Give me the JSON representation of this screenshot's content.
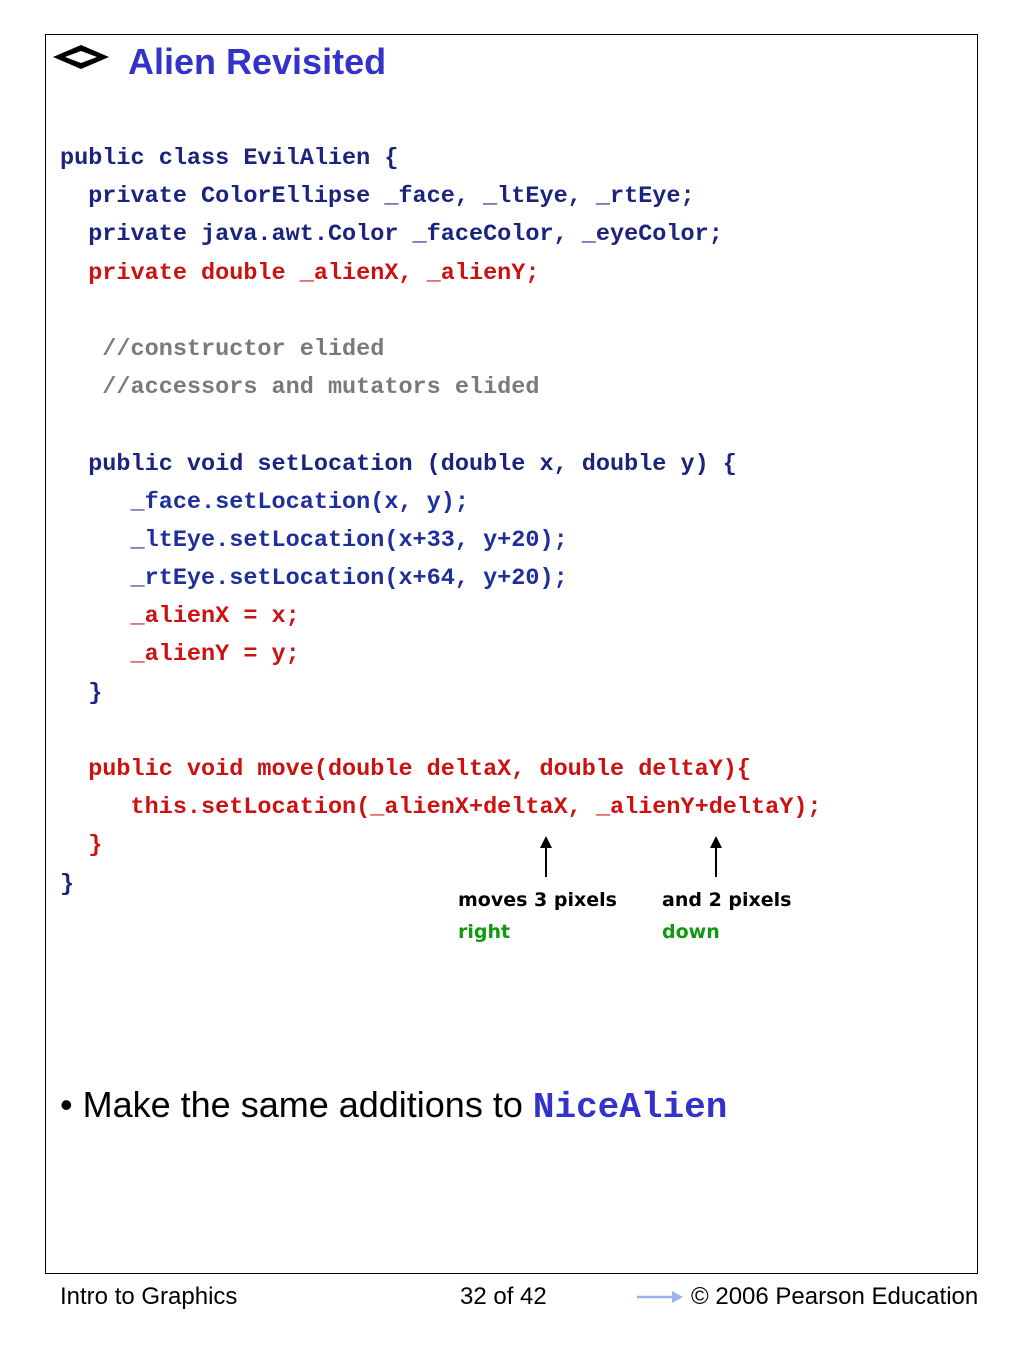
{
  "slide": {
    "title": "Alien Revisited",
    "code_lines": [
      {
        "text": "public class EvilAlien {",
        "color": "blue"
      },
      {
        "text": "  private ColorEllipse _face, _ltEye, _rtEye;",
        "color": "blue"
      },
      {
        "text": "  private java.awt.Color _faceColor, _eyeColor;",
        "color": "blue"
      },
      {
        "text": "  private double _alienX, _alienY;",
        "color": "red"
      },
      {
        "text": "",
        "color": "blue"
      },
      {
        "text": "   //constructor elided",
        "color": "gray"
      },
      {
        "text": "   //accessors and mutators elided",
        "color": "gray"
      },
      {
        "text": "",
        "color": "blue"
      },
      {
        "text": "  public void setLocation (double x, double y) {",
        "color": "blue"
      },
      {
        "text": "     _face.setLocation(x, y);",
        "color": "blue2"
      },
      {
        "text": "     _ltEye.setLocation(x+33, y+20);",
        "color": "blue2"
      },
      {
        "text": "     _rtEye.setLocation(x+64, y+20);",
        "color": "blue2"
      },
      {
        "text": "     _alienX = x;",
        "color": "red"
      },
      {
        "text": "     _alienY = y;",
        "color": "red"
      },
      {
        "text": "  }",
        "color": "blue"
      },
      {
        "text": "",
        "color": "blue"
      },
      {
        "text": "  public void move(double deltaX, double deltaY){",
        "color": "red"
      },
      {
        "text": "     this.setLocation(_alienX+deltaX, _alienY+deltaY);",
        "color": "red"
      },
      {
        "text": "  }",
        "color": "red"
      },
      {
        "text": "}",
        "color": "blue"
      }
    ],
    "annotations": {
      "right": {
        "line1": "moves 3 pixels",
        "line2": "right"
      },
      "down": {
        "line1": "and 2 pixels",
        "line2": "down"
      }
    },
    "bullet": {
      "text": "Make the same additions to ",
      "code": "NiceAlien"
    }
  },
  "footer": {
    "left": "Intro to Graphics",
    "center": "32 of 42",
    "right": "© 2006 Pearson Education"
  }
}
